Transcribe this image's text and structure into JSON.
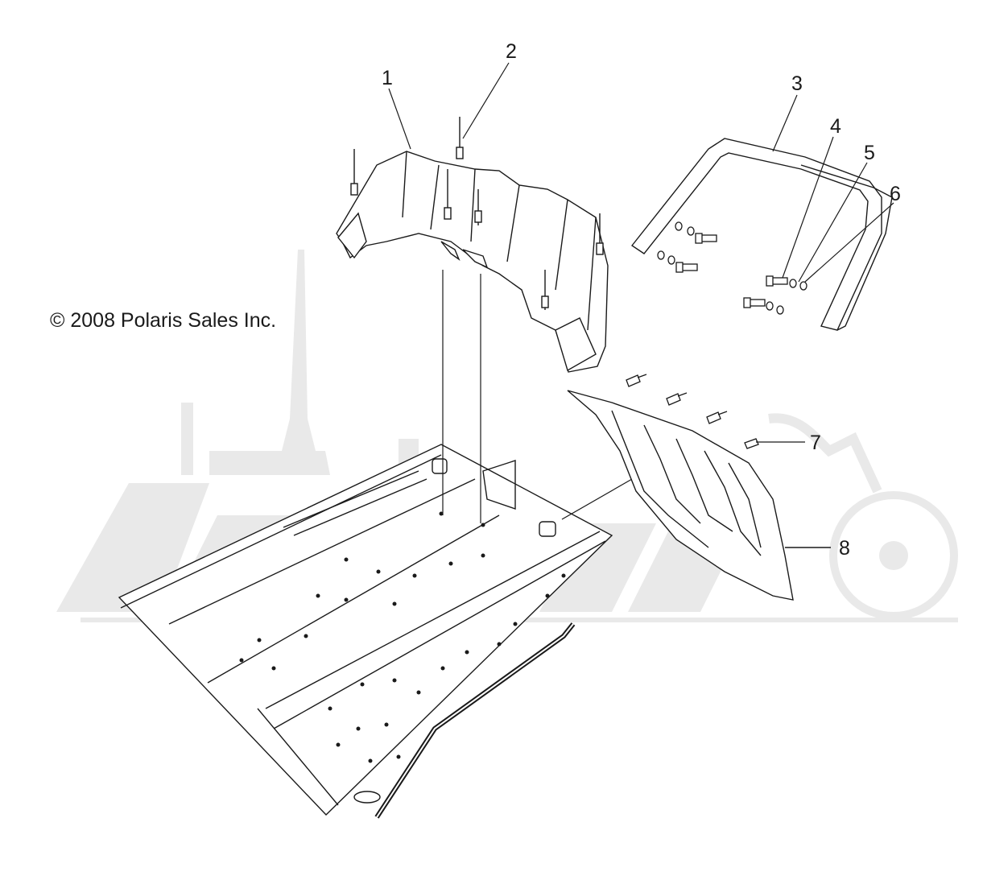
{
  "copyright": "© 2008 Polaris Sales Inc.",
  "callouts": {
    "c1": "1",
    "c2": "2",
    "c3": "3",
    "c4": "4",
    "c5": "5",
    "c6": "6",
    "c7": "7",
    "c8": "8"
  },
  "colors": {
    "line": "#1a1a1a",
    "watermark": "#e8e8e8"
  }
}
